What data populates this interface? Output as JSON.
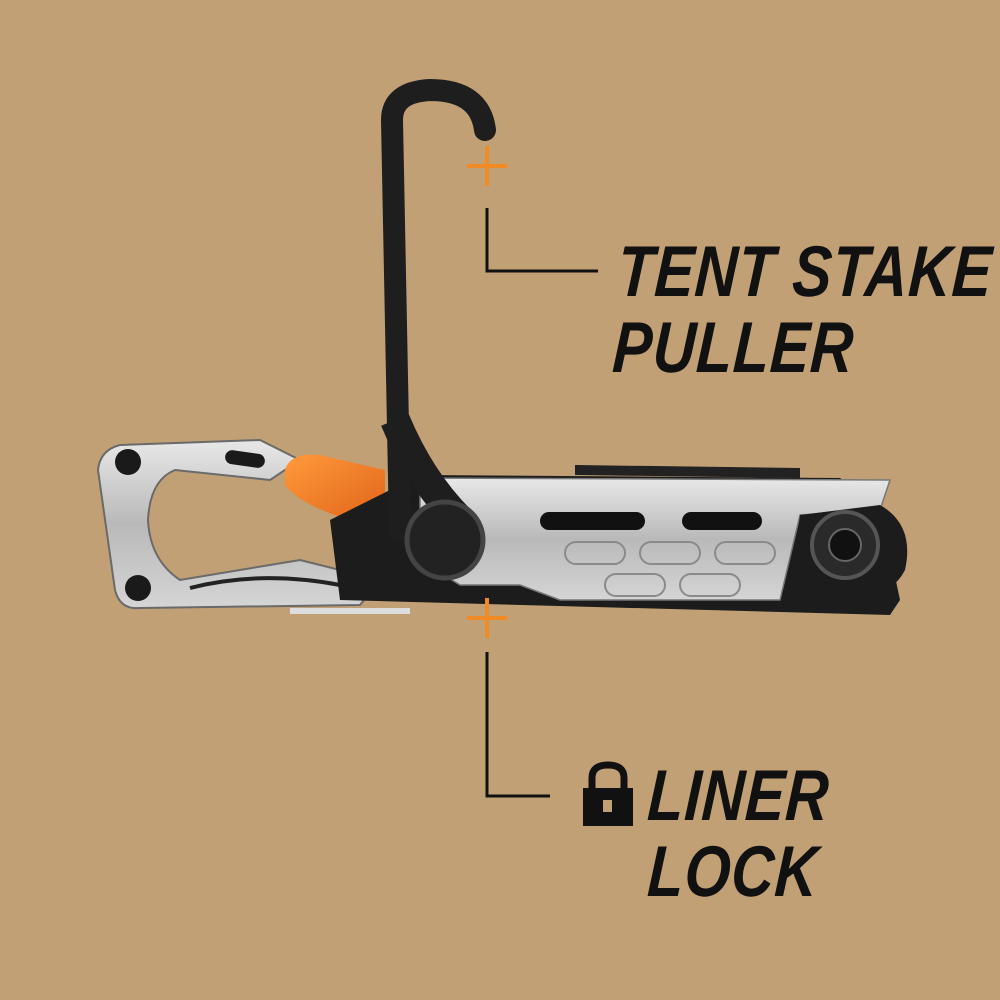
{
  "background_color": "#c2a075",
  "accent_color": "#f08a24",
  "callouts": [
    {
      "line1": "TENT STAKE",
      "line2": "PULLER",
      "icon": null
    },
    {
      "line1": "LINER",
      "line2": "LOCK",
      "icon": "lock-icon"
    }
  ]
}
